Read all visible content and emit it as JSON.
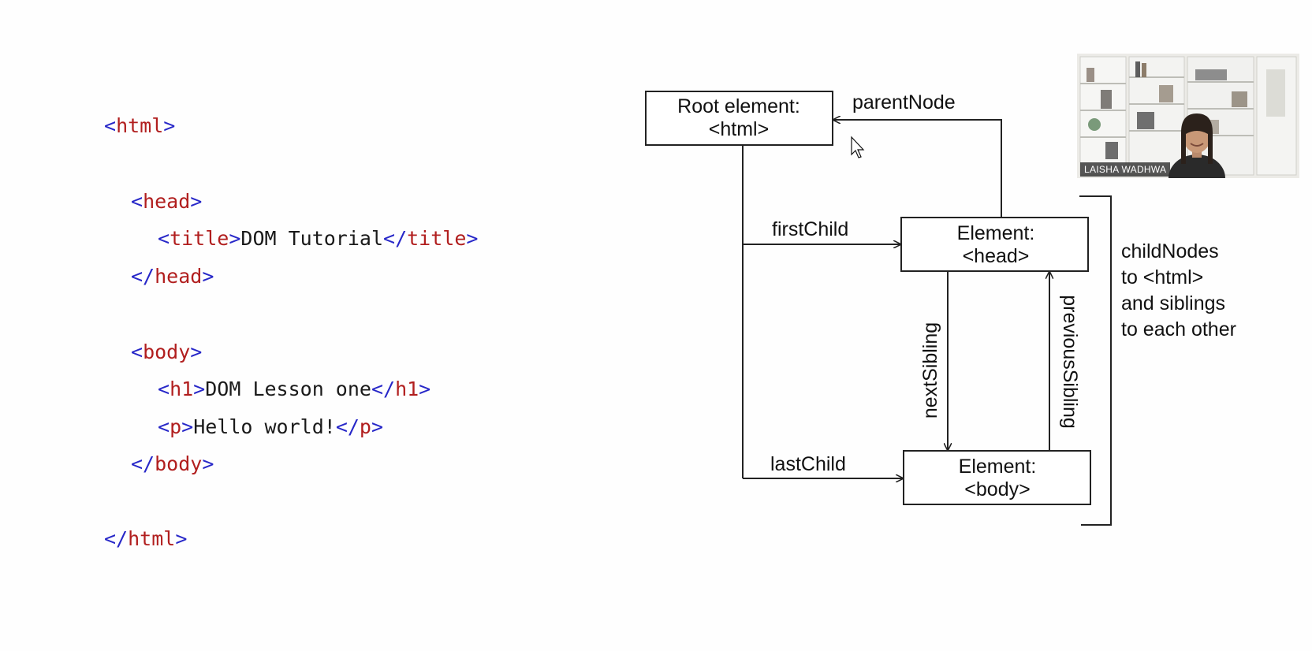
{
  "code": {
    "lines": [
      {
        "open": "<",
        "tag": "html",
        "close": ">",
        "text": "",
        "end_open": "",
        "end_tag": "",
        "end_close": ""
      },
      {
        "open": "<",
        "tag": "head",
        "close": ">",
        "text": "",
        "end_open": "",
        "end_tag": "",
        "end_close": ""
      },
      {
        "open": "<",
        "tag": "title",
        "close": ">",
        "text": "DOM Tutorial",
        "end_open": "</",
        "end_tag": "title",
        "end_close": ">"
      },
      {
        "open": "</",
        "tag": "head",
        "close": ">",
        "text": "",
        "end_open": "",
        "end_tag": "",
        "end_close": ""
      },
      {
        "open": "<",
        "tag": "body",
        "close": ">",
        "text": "",
        "end_open": "",
        "end_tag": "",
        "end_close": ""
      },
      {
        "open": "<",
        "tag": "h1",
        "close": ">",
        "text": "DOM Lesson one",
        "end_open": "</",
        "end_tag": "h1",
        "end_close": ">"
      },
      {
        "open": "<",
        "tag": "p",
        "close": ">",
        "text": "Hello world!",
        "end_open": "</",
        "end_tag": "p",
        "end_close": ">"
      },
      {
        "open": "</",
        "tag": "body",
        "close": ">",
        "text": "",
        "end_open": "",
        "end_tag": "",
        "end_close": ""
      },
      {
        "open": "</",
        "tag": "html",
        "close": ">",
        "text": "",
        "end_open": "",
        "end_tag": "",
        "end_close": ""
      }
    ]
  },
  "diagram": {
    "root": {
      "line1": "Root element:",
      "line2": "<html>"
    },
    "head": {
      "line1": "Element:",
      "line2": "<head>"
    },
    "body": {
      "line1": "Element:",
      "line2": "<body>"
    },
    "labels": {
      "parent_node": "parentNode",
      "first_child": "firstChild",
      "last_child": "lastChild",
      "next_sibling": "nextSibling",
      "previous_sibling": "previousSibling"
    },
    "note": [
      "childNodes",
      "to <html>",
      "and siblings",
      "to each other"
    ]
  },
  "webcam": {
    "name": "LAISHA WADHWA"
  },
  "colors": {
    "bracket": "#2727c8",
    "tag": "#b11e1e",
    "text": "#1a1a1a",
    "line": "#222222"
  }
}
